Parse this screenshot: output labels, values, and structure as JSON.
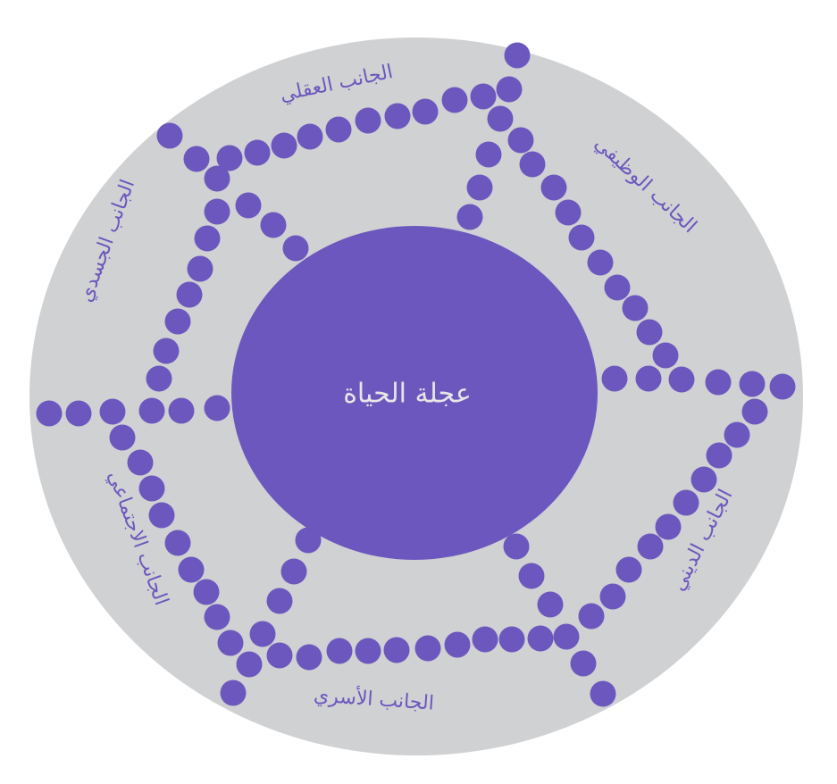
{
  "hub": {
    "label": "عجلة الحياة"
  },
  "segments": [
    {
      "key": "mental",
      "label": "الجانب العقلي"
    },
    {
      "key": "functional",
      "label": "الجانب الوظيفي"
    },
    {
      "key": "physical",
      "label": "الجانب الجسدي"
    },
    {
      "key": "religious",
      "label": "الجانب الديني"
    },
    {
      "key": "social",
      "label": "الجانب الاجتماعي"
    },
    {
      "key": "family",
      "label": "الجانب الأسري"
    }
  ],
  "colors": {
    "outer": "#d0d1d3",
    "hub": "#6c57be",
    "dots": "#6c57be",
    "text": "#6c57be"
  }
}
